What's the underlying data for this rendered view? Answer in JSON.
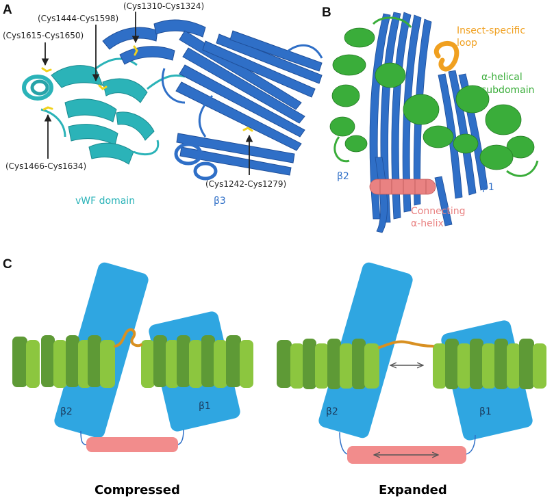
{
  "colors": {
    "vwf": "#2bb3b8",
    "beta": "#2f6fc7",
    "helical": "#3aad3a",
    "loop": "#f0a020",
    "connecting": "#e98282",
    "disulfide": "#f1d21c",
    "schematic_blue": "#2fa6e1",
    "schematic_green_light": "#8cc63f",
    "schematic_green_dark": "#5e9a36",
    "schematic_linker": "#d89022",
    "schematic_helix": "#f28c8c",
    "arrow": "#222222"
  },
  "panel_a": {
    "label": "A",
    "disulfides": [
      "(Cys1310-Cys1324)",
      "(Cys1444-Cys1598)",
      "(Cys1615-Cys1650)",
      "(Cys1466-Cys1634)",
      "(Cys1242-Cys1279)"
    ],
    "domain_vwf": "vWF domain",
    "domain_beta3": "β3"
  },
  "panel_b": {
    "label": "B",
    "loop": [
      "Insect-specific",
      "loop"
    ],
    "helical": [
      "α-helical",
      "subdomain"
    ],
    "beta2": "β2",
    "beta1": "β1",
    "connecting": [
      "Connecting",
      "α-helix"
    ]
  },
  "panel_c": {
    "label": "C",
    "beta2": "β2",
    "beta1": "β1",
    "compressed": "Compressed",
    "expanded": "Expanded"
  }
}
